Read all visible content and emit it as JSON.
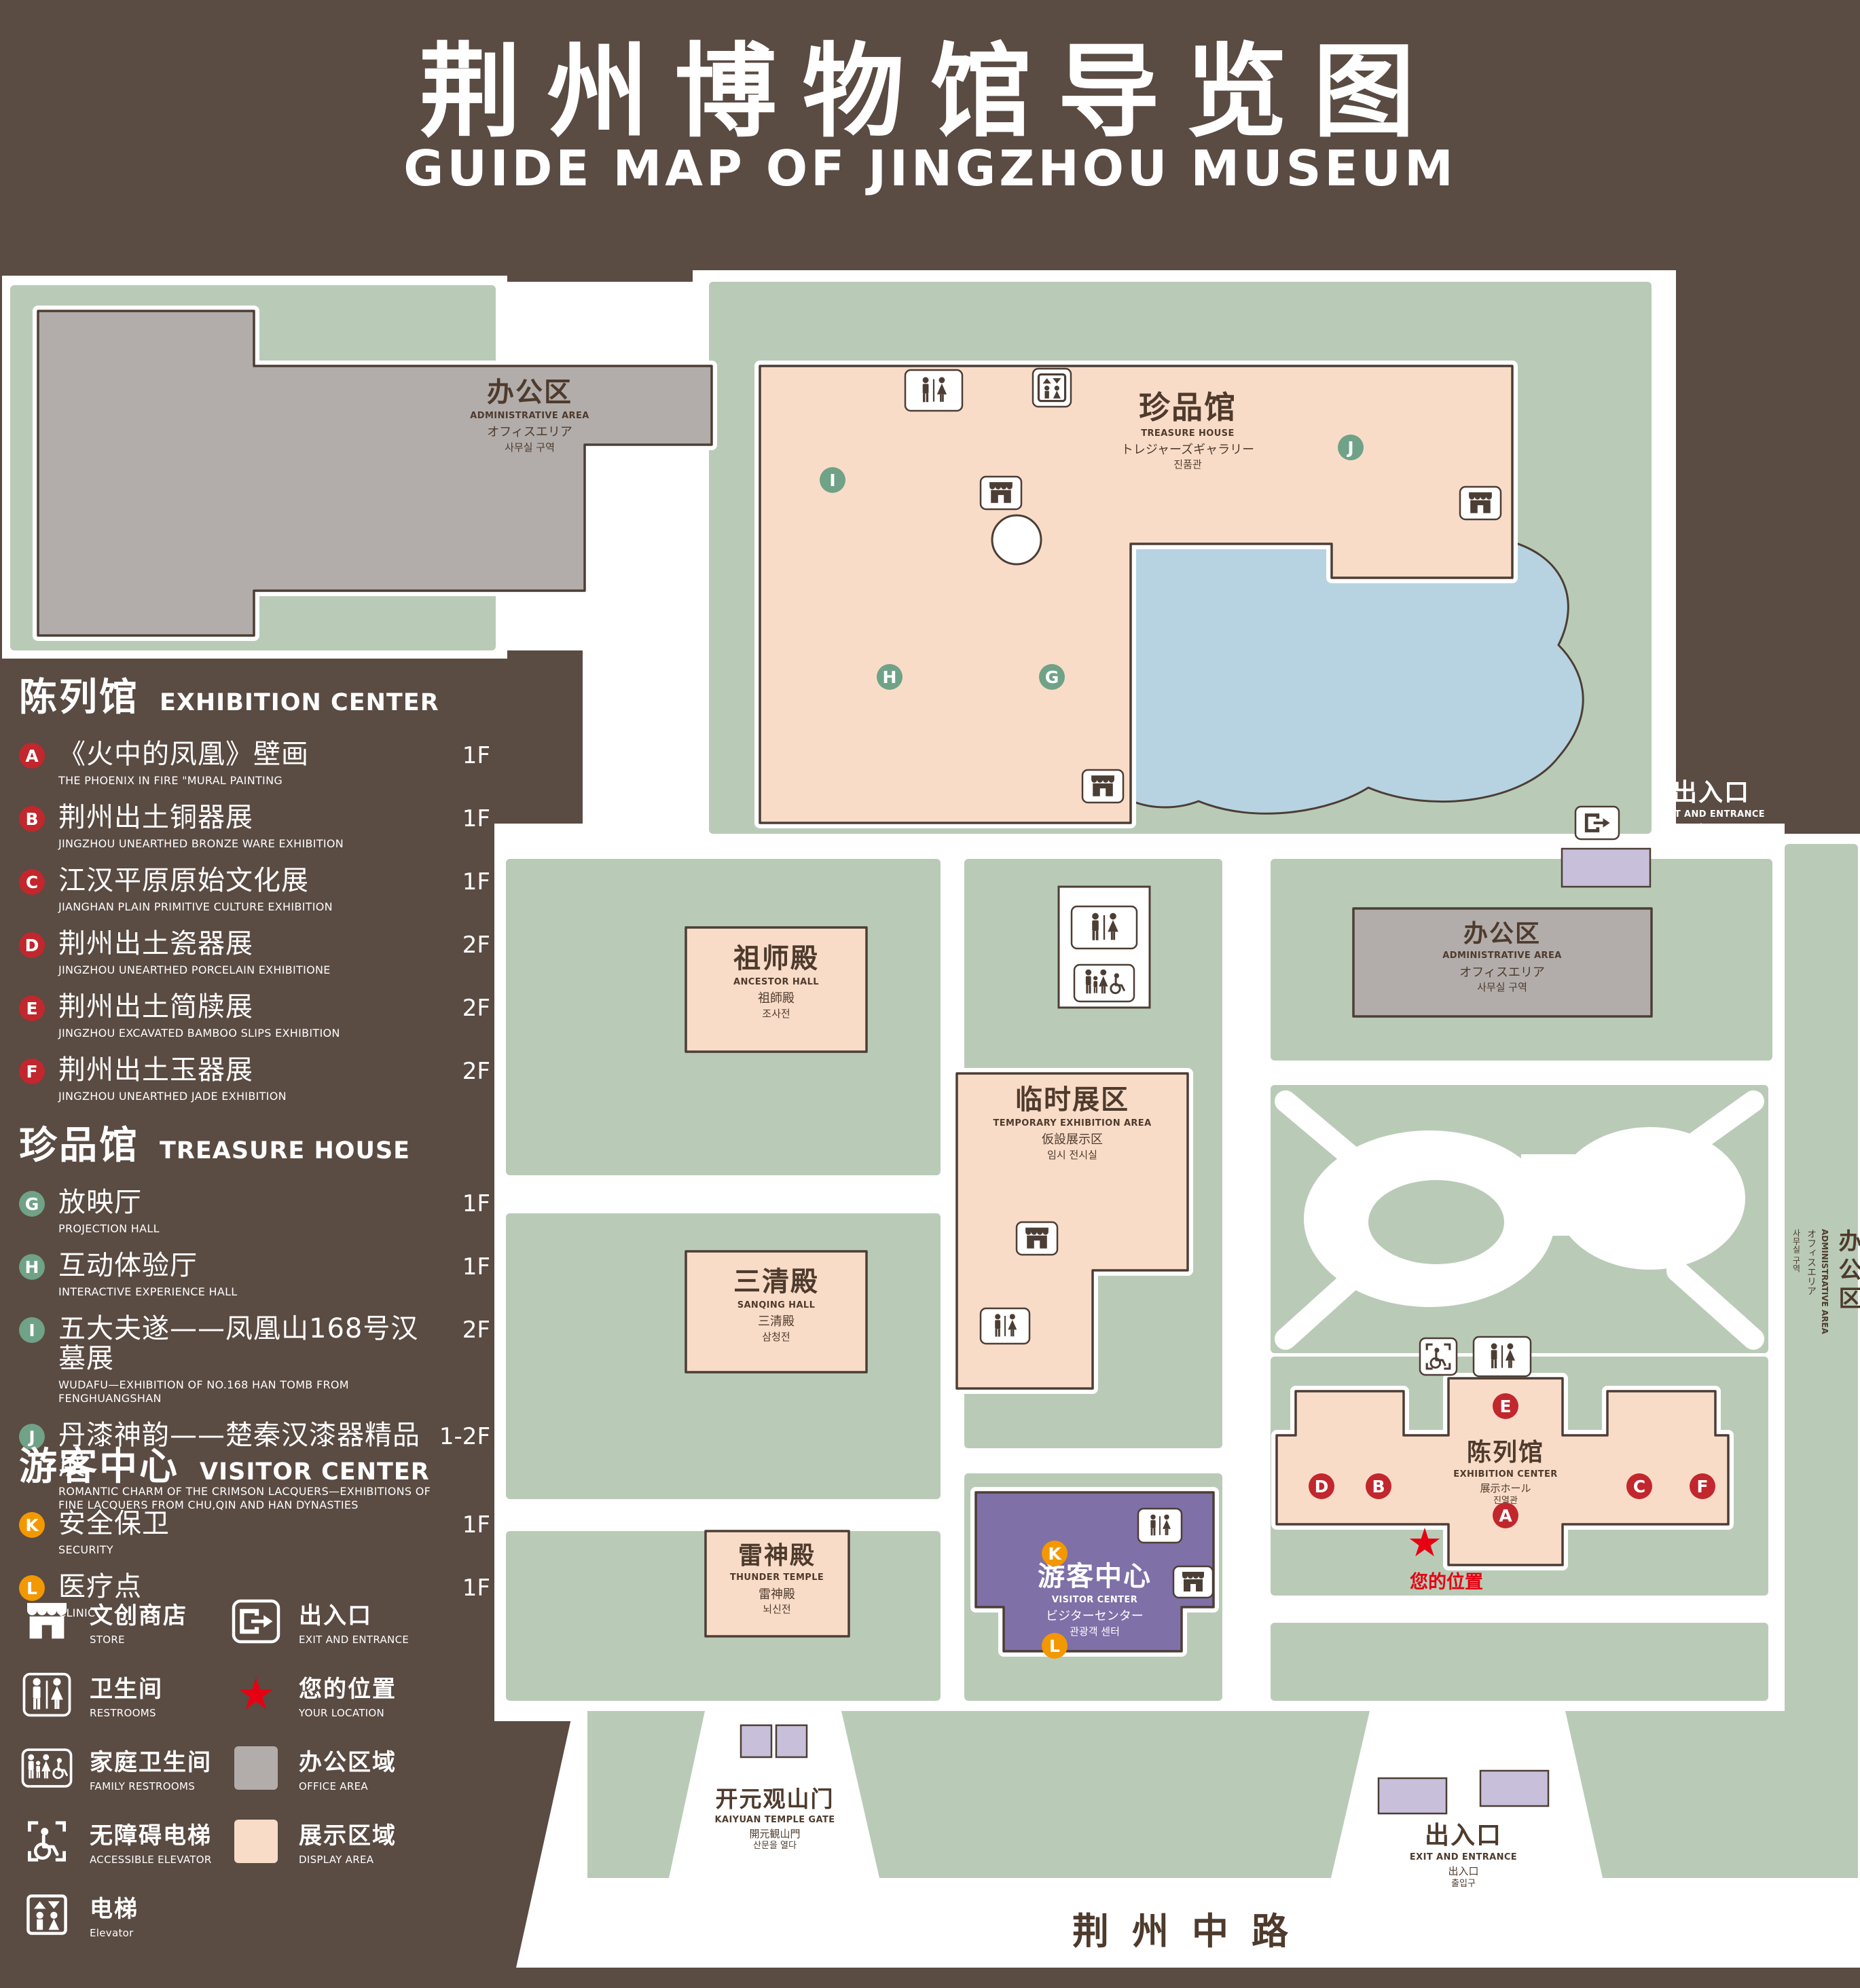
{
  "title": {
    "zh": "荆州博物馆导览图",
    "en": "GUIDE MAP OF JINGZHOU MUSEUM"
  },
  "colors": {
    "background": "#5a4b43",
    "lawn": "#b9cbb7",
    "display_area": "#f9dcc8",
    "office_area": "#b2adaa",
    "water": "#b7d3e2",
    "visitor_center": "#7f70a8",
    "marker_red": "#c1272d",
    "marker_green": "#6fa287",
    "marker_orange": "#f39800",
    "location_red": "#e60012"
  },
  "icons": {
    "star": "★"
  },
  "sidebar": {
    "sections": [
      {
        "zh": "陈列馆",
        "en": "EXHIBITION CENTER",
        "items": [
          {
            "letter": "A",
            "zh": "《火中的凤凰》壁画",
            "en": "THE PHOENIX IN FIRE \"MURAL PAINTING",
            "floor": "1F"
          },
          {
            "letter": "B",
            "zh": "荆州出土铜器展",
            "en": "JINGZHOU UNEARTHED BRONZE WARE EXHIBITION",
            "floor": "1F"
          },
          {
            "letter": "C",
            "zh": "江汉平原原始文化展",
            "en": "JIANGHAN PLAIN PRIMITIVE CULTURE EXHIBITION",
            "floor": "1F"
          },
          {
            "letter": "D",
            "zh": "荆州出土瓷器展",
            "en": "JINGZHOU UNEARTHED PORCELAIN EXHIBITIONE",
            "floor": "2F"
          },
          {
            "letter": "E",
            "zh": "荆州出土简牍展",
            "en": "JINGZHOU EXCAVATED BAMBOO SLIPS EXHIBITION",
            "floor": "2F"
          },
          {
            "letter": "F",
            "zh": "荆州出土玉器展",
            "en": "JINGZHOU UNEARTHED JADE EXHIBITION",
            "floor": "2F"
          }
        ]
      },
      {
        "zh": "珍品馆",
        "en": "TREASURE HOUSE",
        "items": [
          {
            "letter": "G",
            "zh": "放映厅",
            "en": "PROJECTION HALL",
            "floor": "1F"
          },
          {
            "letter": "H",
            "zh": "互动体验厅",
            "en": "INTERACTIVE EXPERIENCE HALL",
            "floor": "1F"
          },
          {
            "letter": "I",
            "zh": "五大夫遂——凤凰山168号汉墓展",
            "en": "WUDAFU—EXHIBITION OF NO.168 HAN TOMB FROM FENGHUANGSHAN",
            "floor": "2F"
          },
          {
            "letter": "J",
            "zh": "丹漆神韵——楚秦汉漆器精品展",
            "en": "ROMANTIC CHARM OF THE CRIMSON LACQUERS—EXHIBITIONS OF FINE LACQUERS FROM CHU,QIN AND HAN DYNASTIES",
            "floor": "1-2F"
          }
        ]
      },
      {
        "zh": "游客中心",
        "en": "VISITOR CENTER",
        "items": [
          {
            "letter": "K",
            "zh": "安全保卫",
            "en": "SECURITY",
            "floor": "1F"
          },
          {
            "letter": "L",
            "zh": "医疗点",
            "en": "CLINIC",
            "floor": "1F"
          }
        ]
      }
    ]
  },
  "legend": {
    "items": [
      {
        "zh": "文创商店",
        "en": "STORE"
      },
      {
        "zh": "出入口",
        "en": "EXIT AND ENTRANCE"
      },
      {
        "zh": "卫生间",
        "en": "RESTROOMS"
      },
      {
        "zh": "您的位置",
        "en": "YOUR LOCATION"
      },
      {
        "zh": "家庭卫生间",
        "en": "FAMILY RESTROOMS"
      },
      {
        "zh": "办公区域",
        "en": "OFFICE AREA"
      },
      {
        "zh": "无障碍电梯",
        "en": "ACCESSIBLE ELEVATOR"
      },
      {
        "zh": "展示区域",
        "en": "DISPLAY AREA"
      },
      {
        "zh": "电梯",
        "en": "Elevator"
      }
    ]
  },
  "map": {
    "admin": {
      "zh": "办公区",
      "en": "ADMINISTRATIVE AREA",
      "ja": "オフィスエリア",
      "ko": "사무실 구역"
    },
    "treasure": {
      "zh": "珍品馆",
      "en": "TREASURE HOUSE",
      "ja": "トレジャーズギャラリー",
      "ko": "진품관"
    },
    "ancestor": {
      "zh": "祖师殿",
      "en": "ANCESTOR HALL",
      "ja": "祖師殿",
      "ko": "조사전"
    },
    "temp": {
      "zh": "临时展区",
      "en": "TEMPORARY EXHIBITION AREA",
      "ja": "仮設展示区",
      "ko": "임시 전시실"
    },
    "sanqing": {
      "zh": "三清殿",
      "en": "SANQING HALL",
      "ja": "三清殿",
      "ko": "삼청전"
    },
    "thunder": {
      "zh": "雷神殿",
      "en": "THUNDER TEMPLE",
      "ja": "雷神殿",
      "ko": "뇌신전"
    },
    "exhibition": {
      "zh": "陈列馆",
      "en": "EXHIBITION CENTER",
      "ja": "展示ホール",
      "ko": "진열관"
    },
    "visitor": {
      "zh": "游客中心",
      "en": "VISITOR CENTER",
      "ja": "ビジターセンター",
      "ko": "관광객 센터"
    },
    "exit": {
      "zh": "出入口",
      "en": "EXIT AND ENTRANCE",
      "ja": "出入口",
      "ko": "출입구"
    },
    "gate": {
      "zh": "开元观山门",
      "en": "KAIYUAN TEMPLE GATE",
      "ja": "開元観山門",
      "ko": "산문을 열다"
    },
    "road": "荆州中路",
    "your_location": "您的位置",
    "markers": {
      "a": "A",
      "b": "B",
      "c": "C",
      "d": "D",
      "e": "E",
      "f": "F",
      "g": "G",
      "h": "H",
      "i": "I",
      "j": "J",
      "k": "K",
      "l": "L"
    }
  }
}
